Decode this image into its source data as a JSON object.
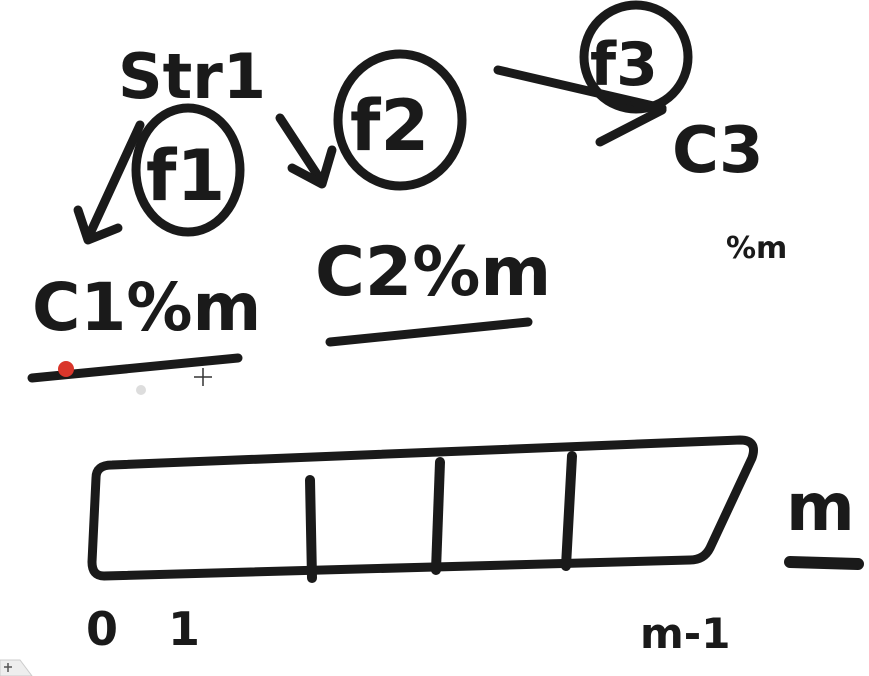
{
  "canvas": {
    "background_color": "#ffffff",
    "ink_color": "#1a1a1a",
    "pointer_dot_color": "#d9362b"
  },
  "labels": {
    "str": "Str1",
    "f1": "f1",
    "f2": "f2",
    "f3": "f3",
    "c1": "C1%m",
    "c2": "C2%m",
    "c3": "C3",
    "c3_suffix": "%m",
    "m": "m"
  },
  "array": {
    "index_start": "0",
    "index_second": "1",
    "index_last": "m-1"
  },
  "icons": {
    "cursor": "crosshair-cursor-icon",
    "corner": "app-corner-icon"
  }
}
